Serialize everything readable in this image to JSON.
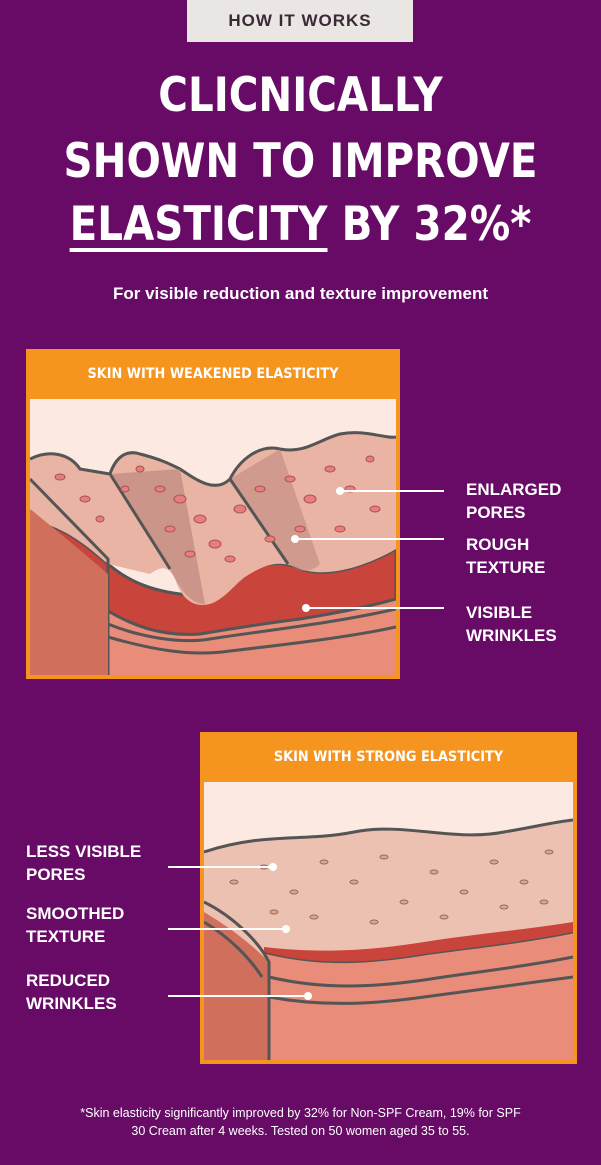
{
  "badge": "HOW IT WORKS",
  "headline": {
    "line1": "CLICNICALLY",
    "line2": "SHOWN TO IMPROVE",
    "line3_underlined": "ELASTICITY",
    "line3_rest": " BY 32%*"
  },
  "subheadline": "For visible reduction and texture improvement",
  "panel_weak": {
    "title": "SKIN WITH WEAKENED ELASTICITY",
    "labels": [
      {
        "line1": "ENLARGED",
        "line2": "PORES"
      },
      {
        "line1": "ROUGH",
        "line2": "TEXTURE"
      },
      {
        "line1": "VISIBLE",
        "line2": "WRINKLES"
      }
    ]
  },
  "panel_strong": {
    "title": "SKIN WITH STRONG ELASTICITY",
    "labels": [
      {
        "line1": "LESS VISIBLE",
        "line2": "PORES"
      },
      {
        "line1": "SMOOTHED",
        "line2": "TEXTURE"
      },
      {
        "line1": "REDUCED",
        "line2": "WRINKLES"
      }
    ]
  },
  "footnote": {
    "line1": "*Skin elasticity significantly improved by 32% for Non-SPF Cream, 19% for  SPF",
    "line2": "30 Cream after 4 weeks. Tested on 50 women aged 35 to 55."
  },
  "colors": {
    "background": "#680b66",
    "panel_orange": "#f5941f",
    "badge_bg": "#e9e6e3"
  }
}
